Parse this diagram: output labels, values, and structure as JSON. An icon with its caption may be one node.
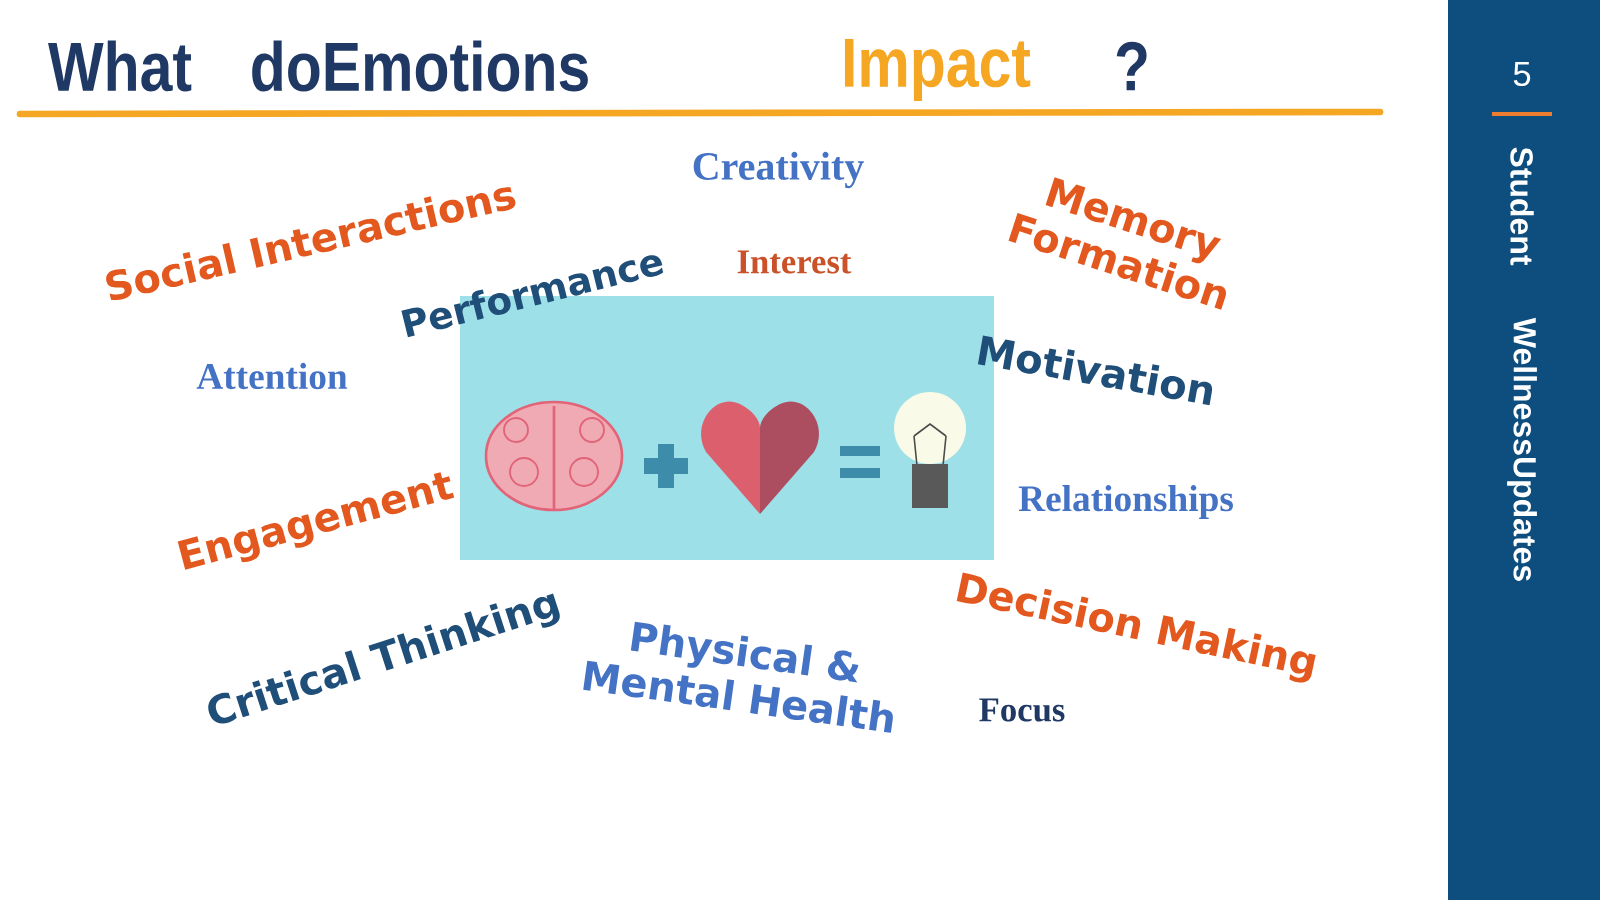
{
  "diagram": {
    "labels": [
      "What",
      "doEmotions",
      "Impact",
      "?",
      "5",
      "Student",
      "WellnessUpdates",
      "Creativity",
      "Social Interactions",
      "Memory Formation",
      "Interest",
      "Performance",
      "Attention",
      "Motivation",
      "Engagement",
      "Relationships",
      "Critical Thinking",
      "Physical & Mental Health",
      "Decision Making",
      "Focus"
    ]
  }
}
